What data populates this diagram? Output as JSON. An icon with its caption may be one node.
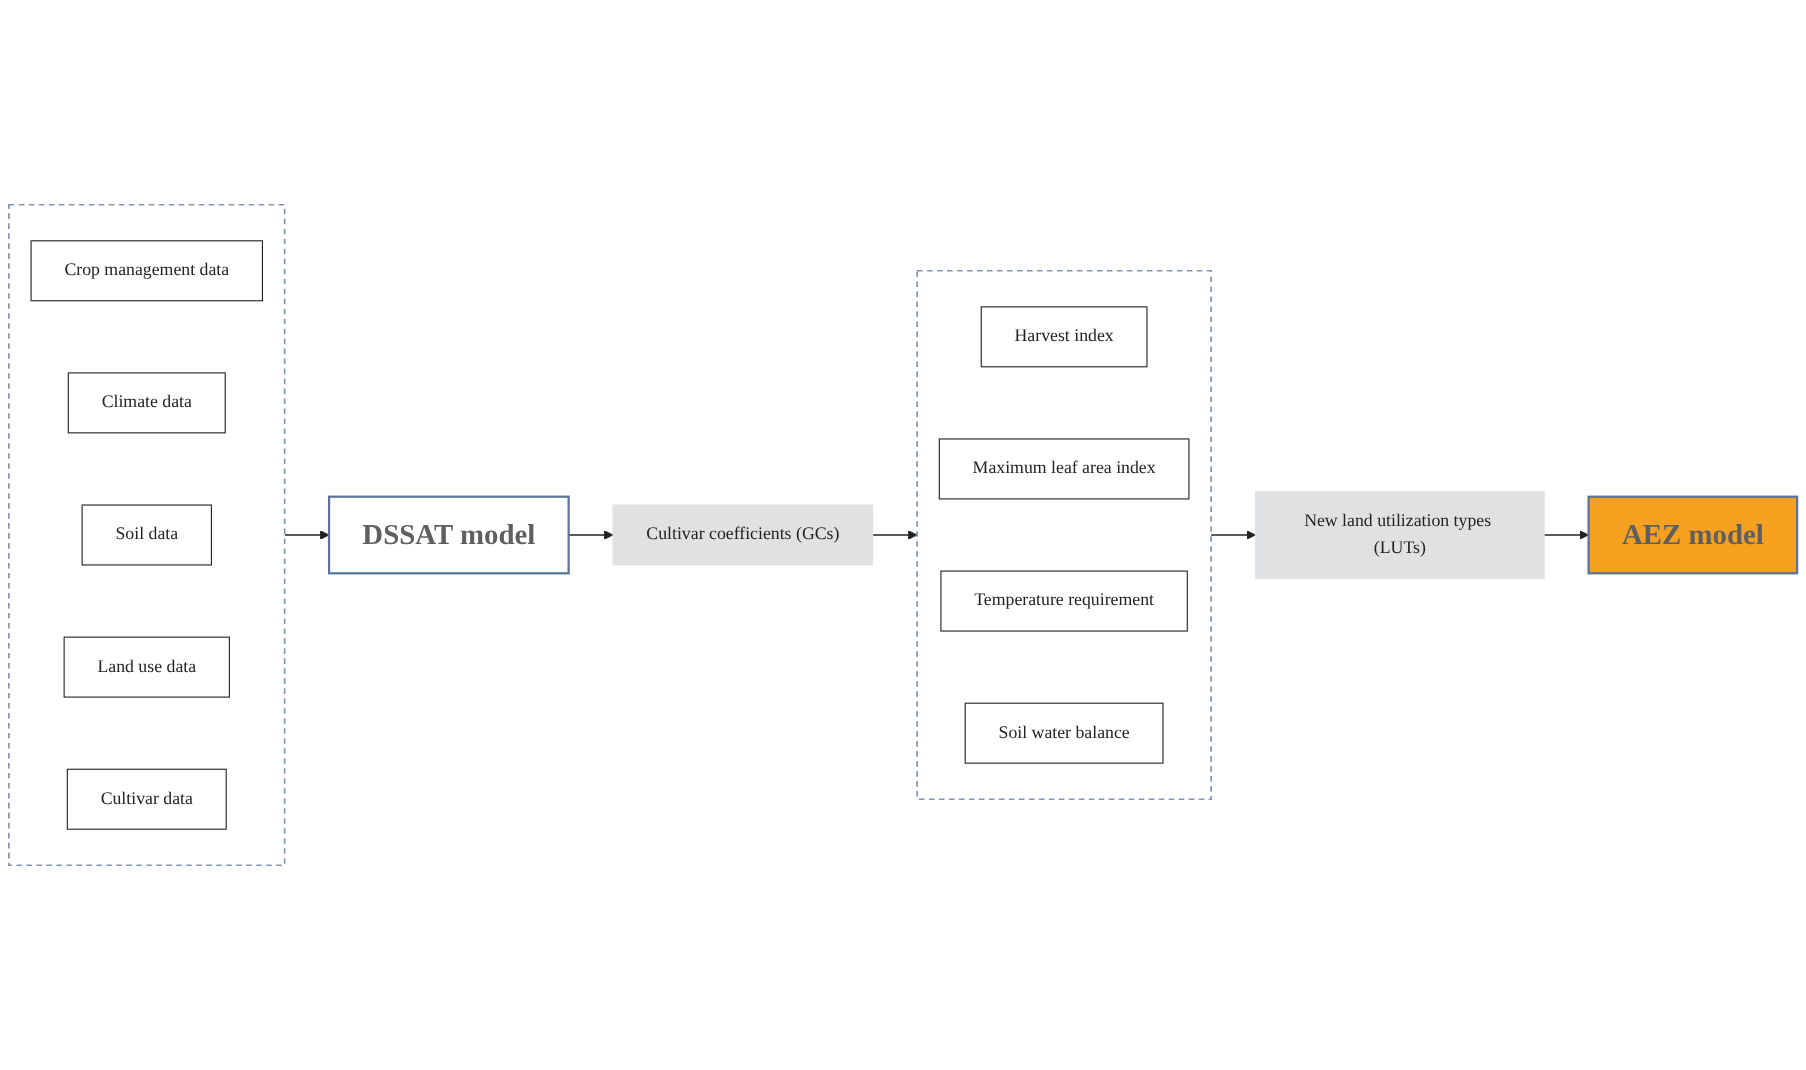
{
  "diagram": {
    "nodes": [
      {
        "text": [],
        "shape": "box"
      },
      {
        "text": [
          "Crop management data"
        ],
        "in": 0
      },
      {
        "text": [
          "Climate data"
        ],
        "in": 0
      },
      {
        "text": [
          "Soil data"
        ],
        "in": 0
      },
      {
        "text": [
          "Land use data"
        ],
        "in": 0
      },
      {
        "text": [
          "Cultivar data"
        ],
        "in": 0
      },
      {
        "text": [
          "DSSAT model"
        ]
      },
      {
        "text": [
          "Cultivar coefficients (GCs)"
        ]
      },
      {
        "text": [
          "AEZ model"
        ]
      },
      {
        "text": [
          "New land utilization types (LUTs)"
        ]
      },
      {
        "text": [],
        "shape": "box"
      },
      {
        "text": [
          "Harvest index"
        ],
        "in": 10
      },
      {
        "text": [
          "Maximum leaf area index"
        ],
        "in": 10
      },
      {
        "text": [
          "Temperature requirement"
        ],
        "in": 10
      },
      {
        "text": [
          "Soil water balance"
        ],
        "in": 10
      }
    ],
    "edges": [
      {
        "from": 0,
        "to": 6,
        "arrow": "to"
      },
      {
        "from": 6,
        "to": 7,
        "arrow": "to"
      },
      {
        "from": 7,
        "to": 10,
        "arrow": "to"
      },
      {
        "from": 10,
        "to": 9,
        "arrow": "to"
      },
      {
        "from": 9,
        "to": 8,
        "arrow": "to"
      }
    ]
  }
}
